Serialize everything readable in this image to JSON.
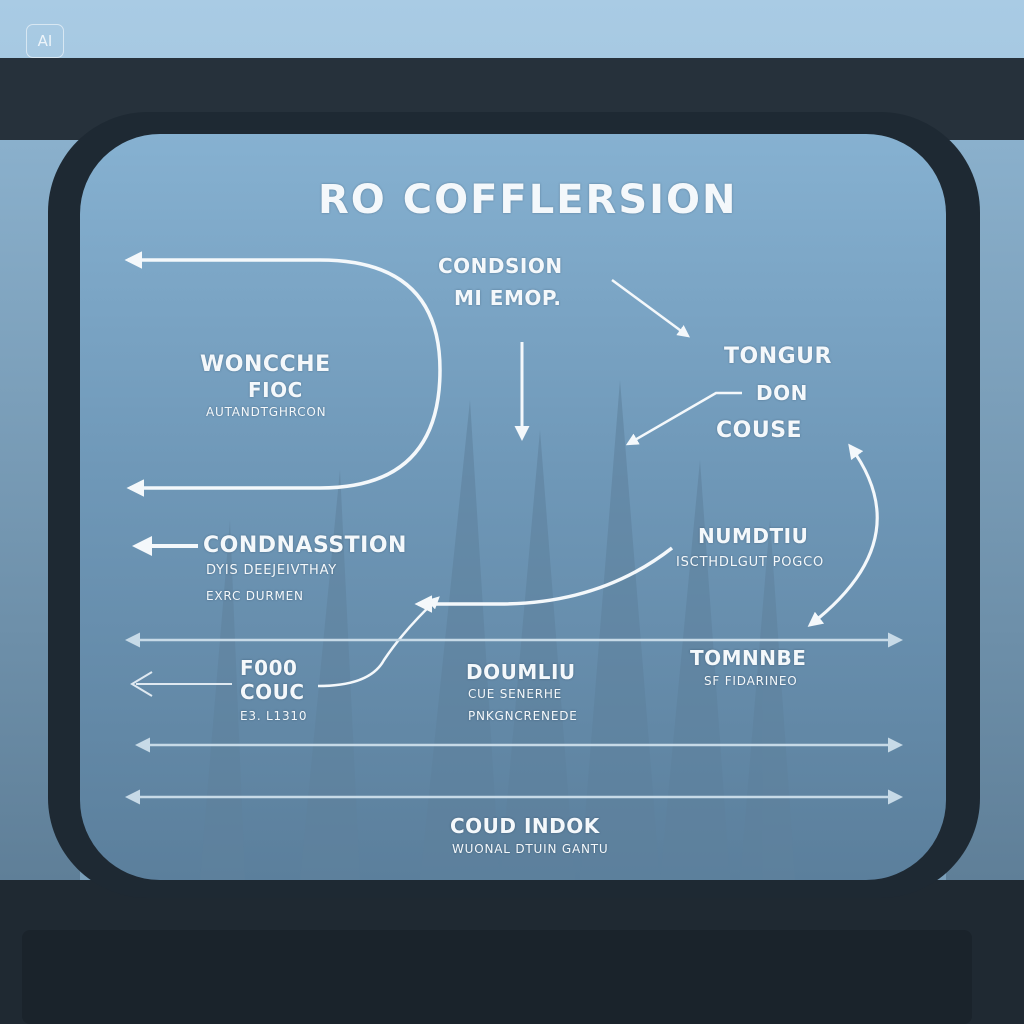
{
  "badge": "AI",
  "title": "RO COFFLERSION",
  "labels": {
    "condsion_1": "CONDSION",
    "condsion_2": "MI EMOP.",
    "tongur": "TONGUR",
    "don": "DON",
    "couse": "COUSE",
    "woncche": "WONCCHE",
    "fioc": "FIOC",
    "autandt": "AUTANDTGHRCON",
    "condnasstion": "CONDNASSTION",
    "dyis": "DYIS DEEJEIVTHAY",
    "exrc": "EXRC DURMEN",
    "numdtiu": "NUMDTIU",
    "iscthd": "ISCTHDLGUT POGCO",
    "f000": "F000",
    "couc": "COUC",
    "e3": "E3. L1310",
    "doumliu": "DOUMLIU",
    "cue": "CUE SENERHE",
    "pngn": "PNKGNCRENEDE",
    "tomnnbe": "TOMNNBE",
    "sf": "SF FIDARINEO",
    "coud": "COUD INDOK",
    "wuonal": "WUONAL DTUIN GANTU"
  },
  "colors": {
    "sky": "#a9cbe4",
    "glass": "#6f96b5",
    "frame": "#1e2933",
    "ink": "#f4f8fb"
  }
}
